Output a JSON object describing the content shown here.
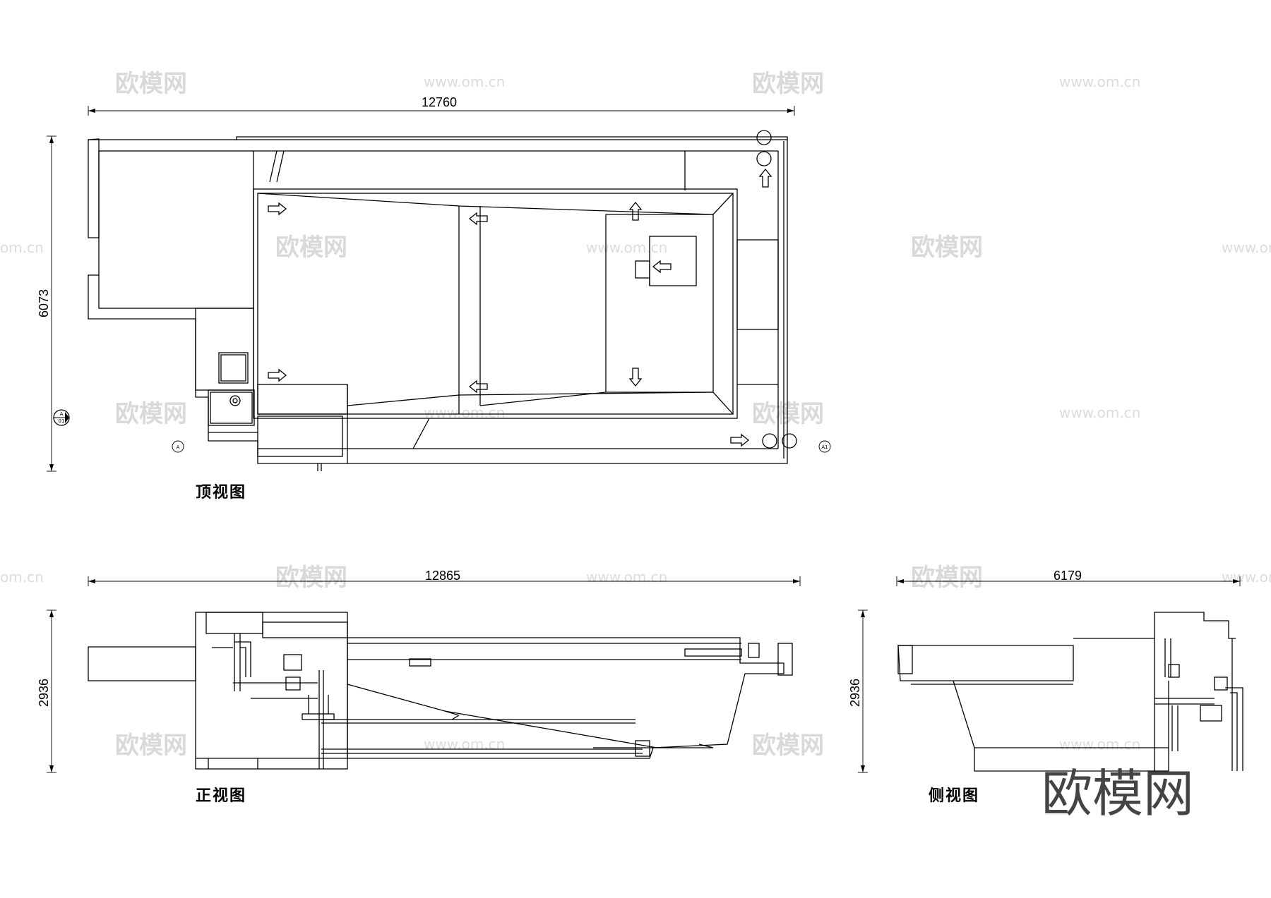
{
  "views": {
    "top": {
      "label": "顶视图",
      "width": "12760",
      "height": "6073"
    },
    "front": {
      "label": "正视图",
      "width": "12865",
      "height": "2936"
    },
    "side": {
      "label": "侧视图",
      "width": "6179",
      "height": "2936"
    }
  },
  "section_markers": {
    "a": "A",
    "a1": "A1",
    "ref": "01"
  },
  "watermark": {
    "brand": "欧模网",
    "url": "www.om.cn",
    "url_partial": "om.cn"
  },
  "logo": "欧模网"
}
